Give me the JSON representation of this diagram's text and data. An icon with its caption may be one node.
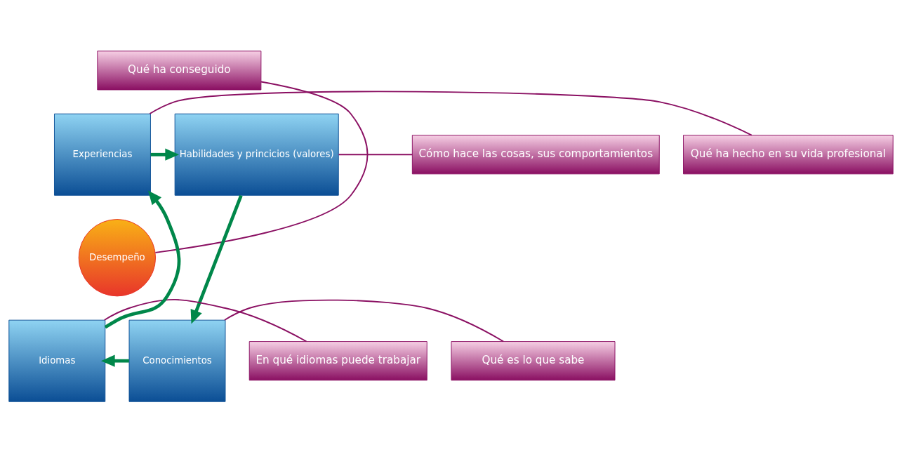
{
  "diagram": {
    "nodes": [
      {
        "text": [
          "Qué ha conseguido"
        ]
      },
      {
        "text": [
          "Qué ha hecho en su vida profesional"
        ]
      },
      {
        "text": [
          "Experiencias"
        ]
      },
      {
        "text": [
          "Habilidades y princicios (valores)"
        ]
      },
      {
        "text": [
          "Cómo hace las cosas, sus comportamientos"
        ]
      },
      {
        "text": [
          "Desempeño"
        ]
      },
      {
        "text": [
          "En qué idiomas puede trabajar"
        ]
      },
      {
        "text": [
          "Idiomas"
        ]
      },
      {
        "text": [
          "Conocimientos"
        ]
      },
      {
        "text": [
          "Qué es lo que sabe"
        ]
      }
    ],
    "edges": [
      {
        "from": 0,
        "to": 5,
        "arrow": "none"
      },
      {
        "from": 1,
        "to": 2,
        "arrow": "none"
      },
      {
        "from": 4,
        "to": 3,
        "arrow": "none"
      },
      {
        "from": 6,
        "to": 7,
        "arrow": "none"
      },
      {
        "from": 9,
        "to": 8,
        "arrow": "none"
      },
      {
        "from": 2,
        "to": 3,
        "arrow": "to",
        "style": "thick",
        "color": "#00874a"
      },
      {
        "from": 3,
        "to": 8,
        "arrow": "to",
        "style": "thick",
        "color": "#00874a"
      },
      {
        "from": 8,
        "to": 7,
        "arrow": "to",
        "style": "thick",
        "color": "#00874a"
      },
      {
        "from": 7,
        "to": 2,
        "arrow": "to",
        "style": "thick",
        "color": "#00874a"
      }
    ]
  }
}
